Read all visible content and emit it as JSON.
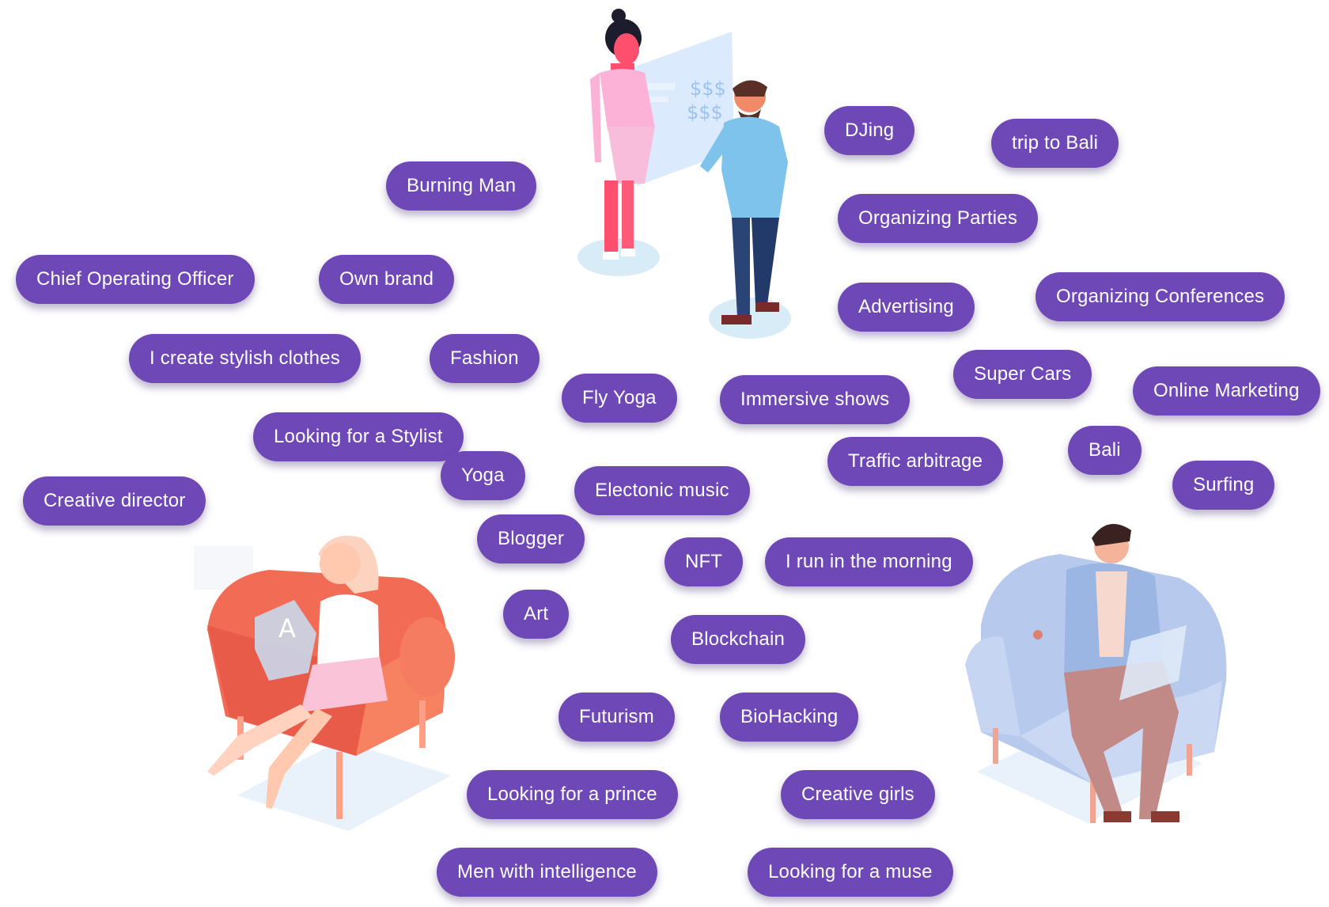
{
  "colors": {
    "tag_background": "#6f48b7",
    "tag_text": "#ffffff",
    "background": "#ffffff"
  },
  "illustrations": [
    "woman-man-dollar-card-illustration",
    "woman-armchair-illustration",
    "man-armchair-laptop-illustration"
  ],
  "tags": [
    "DJing",
    "trip to Bali",
    "Burning Man",
    "Organizing Parties",
    "Chief Operating Officer",
    "Own brand",
    "Advertising",
    "Organizing Conferences",
    "I create stylish clothes",
    "Fashion",
    "Super Cars",
    "Fly Yoga",
    "Immersive shows",
    "Online Marketing",
    "Looking for a Stylist",
    "Bali",
    "Traffic arbitrage",
    "Yoga",
    "Surfing",
    "Electonic music",
    "Creative director",
    "Blogger",
    "NFT",
    "I run in the morning",
    "Art",
    "Blockchain",
    "Futurism",
    "BioHacking",
    "Looking for a prince",
    "Creative girls",
    "Men with intelligence",
    "Looking for a muse"
  ]
}
